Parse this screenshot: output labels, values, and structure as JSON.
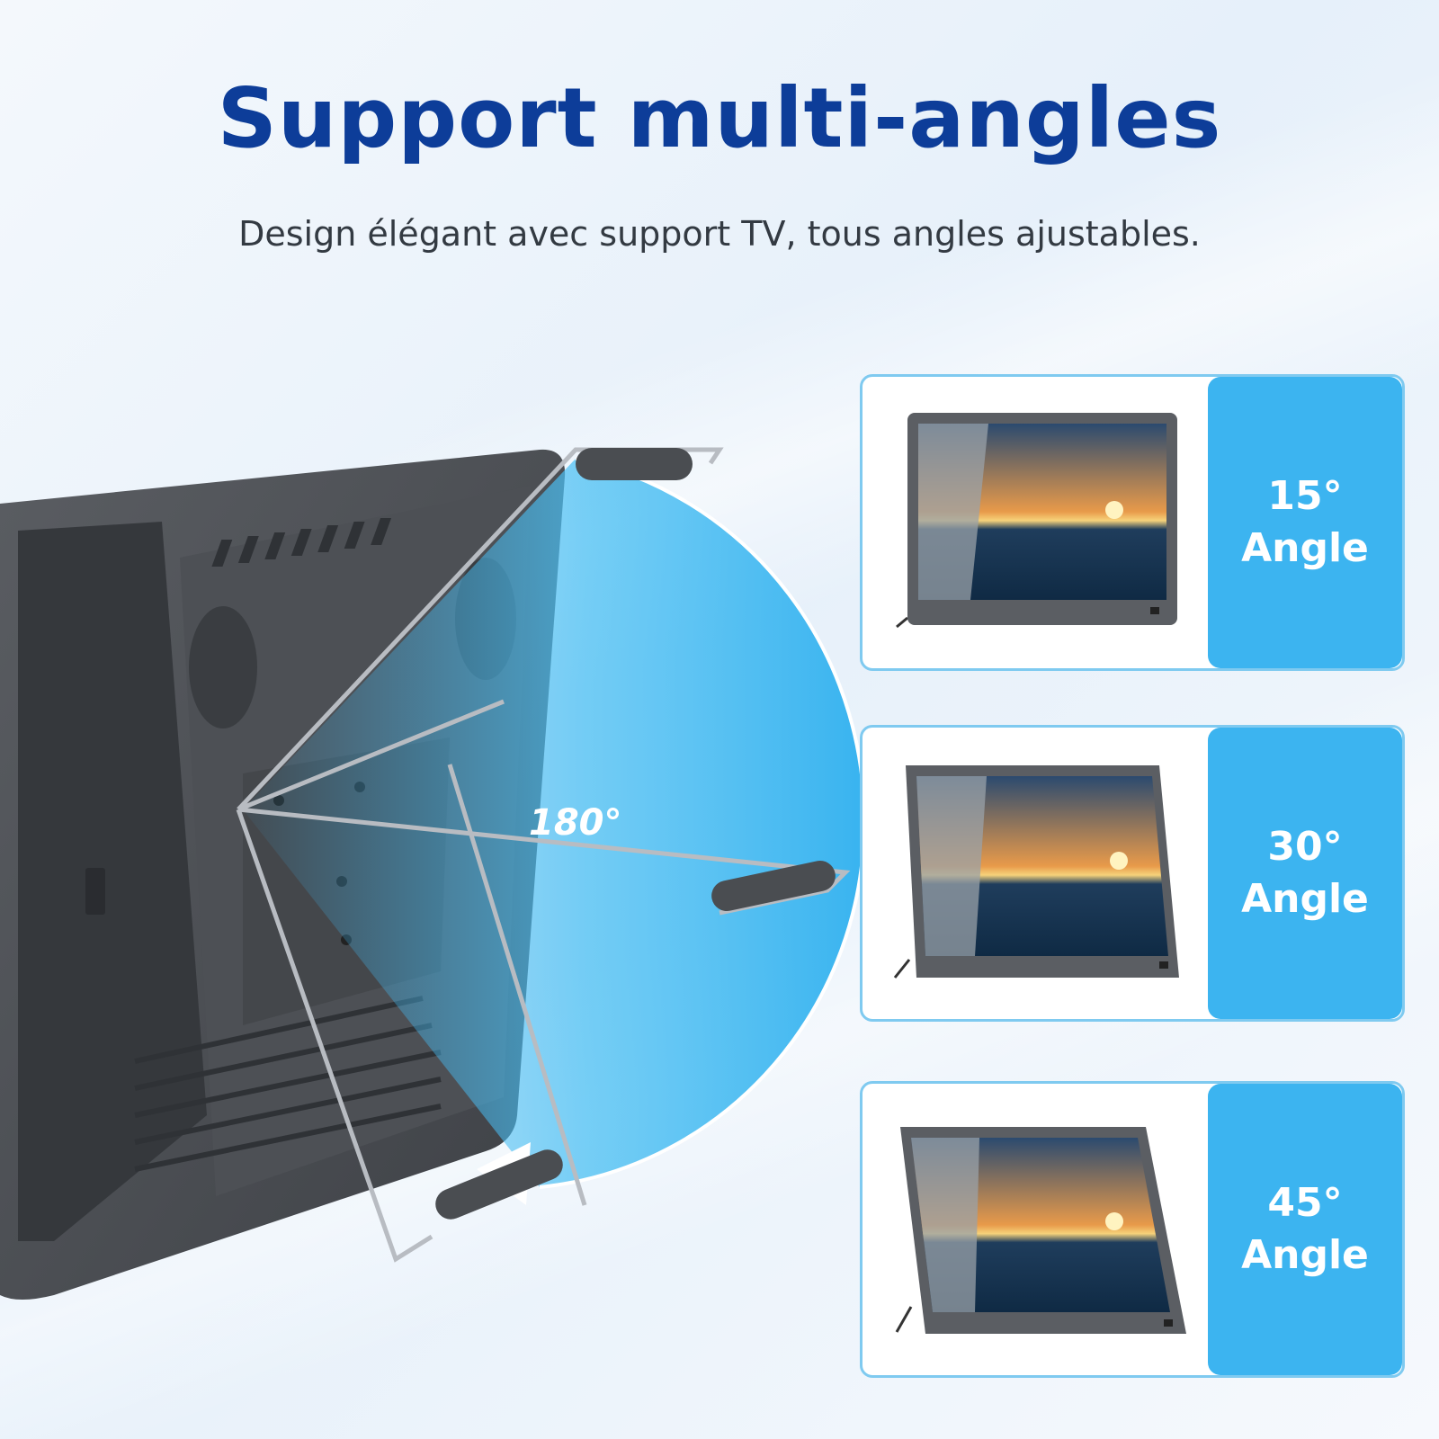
{
  "header": {
    "title": "Support multi-angles",
    "subtitle": "Design élégant avec support TV, tous angles ajustables."
  },
  "hero": {
    "rotation_label": "180°"
  },
  "angle_cards": [
    {
      "degree": "15°",
      "label": "Angle"
    },
    {
      "degree": "30°",
      "label": "Angle"
    },
    {
      "degree": "45°",
      "label": "Angle"
    }
  ],
  "colors": {
    "title": "#0d3d99",
    "accent": "#3cb4f0",
    "card_border": "#7fcaf0",
    "tv_body": "#4a4d52"
  }
}
